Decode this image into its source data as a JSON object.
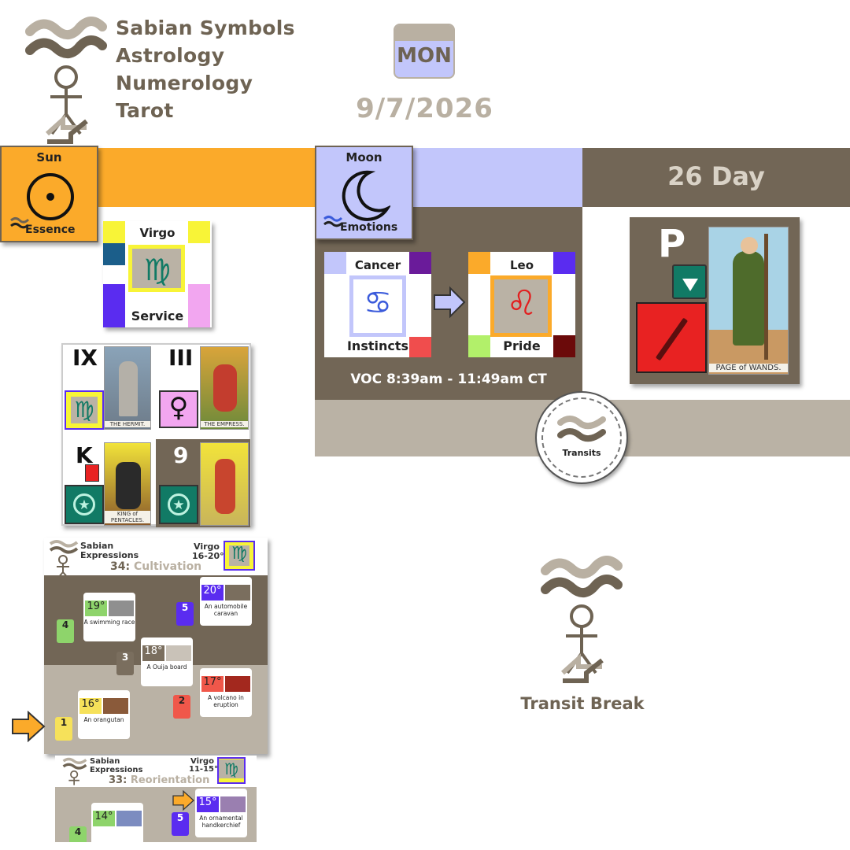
{
  "header": {
    "lines": [
      "Sabian Symbols",
      "Astrology",
      "Numerology",
      "Tarot"
    ],
    "weekday": "MON",
    "date": "9/7/2026"
  },
  "sun": {
    "title": "Sun",
    "subtitle": "Essence",
    "sign": {
      "name": "Virgo",
      "keyword": "Service"
    }
  },
  "moon": {
    "title": "Moon",
    "subtitle": "Emotions",
    "from": {
      "name": "Cancer",
      "keyword": "Instincts"
    },
    "to": {
      "name": "Leo",
      "keyword": "Pride"
    },
    "voc": "VOC 8:39am - 11:49am CT"
  },
  "day": {
    "label": "26 Day",
    "letter": "P",
    "card_caption": "PAGE of WANDS."
  },
  "transits": {
    "label": "Transits"
  },
  "tarot": {
    "cards": [
      {
        "numeral": "IX",
        "caption": "THE HERMIT."
      },
      {
        "numeral": "III",
        "caption": "THE EMPRESS."
      },
      {
        "numeral": "K",
        "caption": "KING of PENTACLES."
      },
      {
        "numeral": "9",
        "caption": ""
      }
    ]
  },
  "sabian1": {
    "heading": "Sabian\nExpressions",
    "sign": "Virgo",
    "range": "16-20°",
    "number": "34:",
    "theme": "Cultivation",
    "degrees": [
      {
        "deg": "20°",
        "text": "An automobile caravan",
        "color": "#5a2cf0"
      },
      {
        "deg": "19°",
        "text": "A swimming race",
        "color": "#8ed46b"
      },
      {
        "deg": "18°",
        "text": "A Ouija board",
        "color": "#7a6e5e"
      },
      {
        "deg": "17°",
        "text": "A volcano in eruption",
        "color": "#f0574a"
      },
      {
        "deg": "16°",
        "text": "An orangutan",
        "color": "#f6e15a"
      }
    ],
    "badges": [
      {
        "num": "5",
        "color": "#5a2cf0"
      },
      {
        "num": "4",
        "color": "#8ed46b"
      },
      {
        "num": "3",
        "color": "#7a6e5e"
      },
      {
        "num": "2",
        "color": "#f0574a"
      },
      {
        "num": "1",
        "color": "#f6e15a"
      }
    ]
  },
  "sabian2": {
    "heading": "Sabian\nExpressions",
    "sign": "Virgo",
    "range": "11-15°",
    "number": "33:",
    "theme": "Reorientation",
    "degrees": [
      {
        "deg": "15°",
        "text": "An ornamental handkerchief"
      },
      {
        "deg": "14°",
        "text": ""
      }
    ],
    "badges": [
      {
        "num": "5"
      },
      {
        "num": "4"
      }
    ]
  },
  "transit_break": {
    "label": "Transit Break"
  },
  "colors": {
    "brown": "#6e6353",
    "taupe": "#bab2a5",
    "orange": "#fbaa2a",
    "lavender": "#c2c6fb",
    "virgo_green": "#117a65",
    "cancer_blue": "#3b5bdb",
    "leo_red": "#e21f1f"
  }
}
